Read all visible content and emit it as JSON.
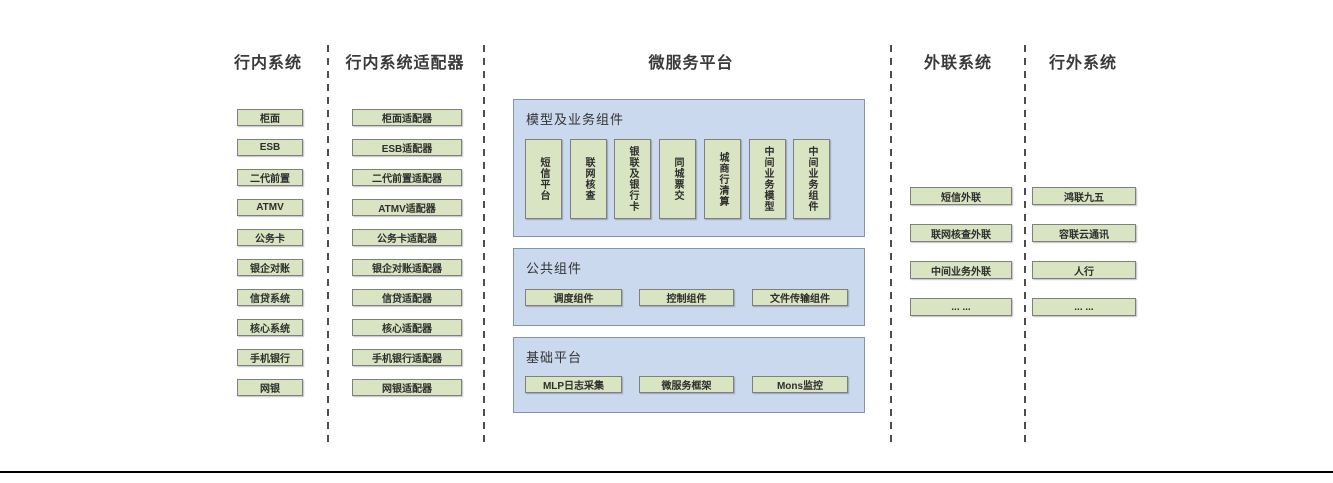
{
  "diagram": {
    "columns": {
      "internal": {
        "title": "行内系统",
        "items": [
          "柜面",
          "ESB",
          "二代前置",
          "ATMV",
          "公务卡",
          "银企对账",
          "信贷系统",
          "核心系统",
          "手机银行",
          "网银"
        ]
      },
      "adapters": {
        "title": "行内系统适配器",
        "items": [
          "柜面适配器",
          "ESB适配器",
          "二代前置适配器",
          "ATMV适配器",
          "公务卡适配器",
          "银企对账适配器",
          "信贷适配器",
          "核心适配器",
          "手机银行适配器",
          "网银适配器"
        ]
      },
      "platform": {
        "title": "微服务平台",
        "groups": {
          "model": {
            "title": "模型及业务组件",
            "items": [
              "短信平台",
              "联网核查",
              "银联及银行卡",
              "同城票交",
              "城商行清算",
              "中间业务模型",
              "中间业务组件"
            ]
          },
          "common": {
            "title": "公共组件",
            "items": [
              "调度组件",
              "控制组件",
              "文件传输组件"
            ]
          },
          "base": {
            "title": "基础平台",
            "items": [
              "MLP日志采集",
              "微服务框架",
              "Mons监控"
            ]
          }
        }
      },
      "outlink": {
        "title": "外联系统",
        "items": [
          "短信外联",
          "联网核查外联",
          "中间业务外联",
          "... ..."
        ]
      },
      "outside": {
        "title": "行外系统",
        "items": [
          "鸿联九五",
          "容联云通讯",
          "人行",
          "... ..."
        ]
      }
    },
    "colors": {
      "box_fill": "#d9e5c2",
      "box_border": "#7f7f7f",
      "container_fill": "#cbd9ef",
      "container_border": "#8593ad",
      "text": "#333333",
      "divider": "#4d4d4d",
      "bottom_rule": "#000000"
    }
  }
}
